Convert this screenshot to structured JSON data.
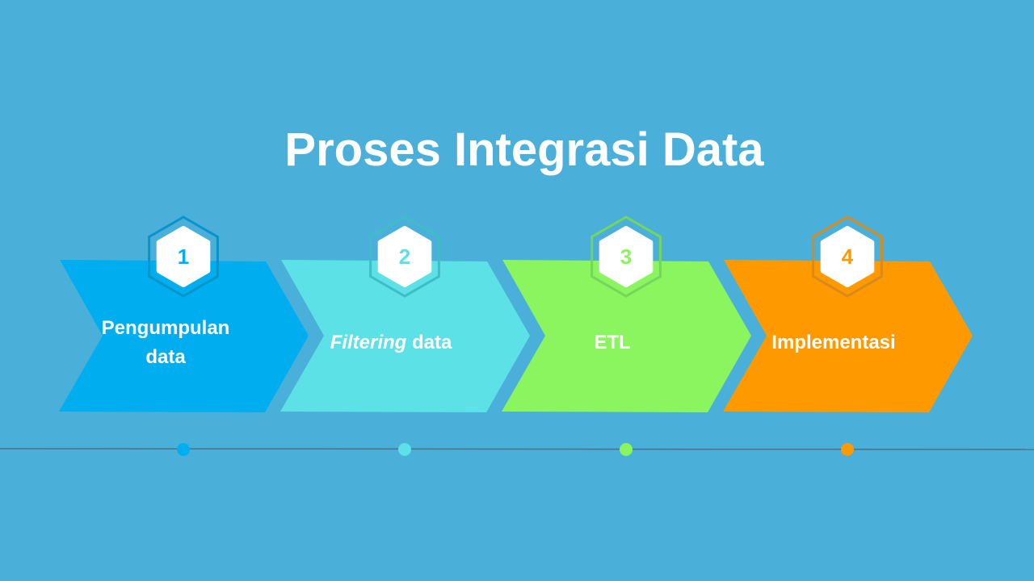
{
  "title": "Proses Integrasi Data",
  "steps": [
    {
      "number": "1",
      "label": "Pengumpulan data",
      "label_em": "",
      "color": "#00AEEF",
      "ring": "#0A93C9"
    },
    {
      "number": "2",
      "label": " data",
      "label_em": "Filtering",
      "color": "#5CE1E6",
      "ring": "#3FBCC9"
    },
    {
      "number": "3",
      "label": "ETL",
      "label_em": "",
      "color": "#8AF55E",
      "ring": "#74D65A"
    },
    {
      "number": "4",
      "label": "Implementasi",
      "label_em": "",
      "color": "#FF9900",
      "ring": "#D98A1A"
    }
  ],
  "timeline_color": "#4F6F86"
}
